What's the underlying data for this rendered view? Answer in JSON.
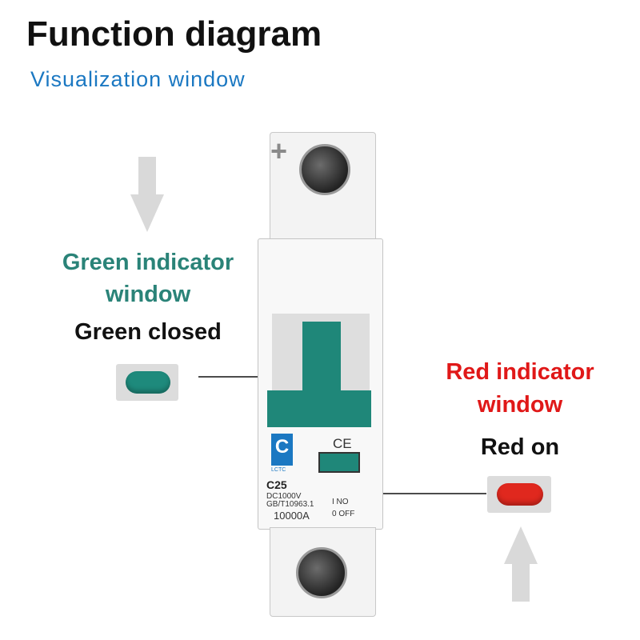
{
  "title": "Function diagram",
  "subtitle": "Visualization window",
  "green": {
    "label_line1": "Green indicator",
    "label_line2": "window",
    "state": "Green closed",
    "color": "#1e8a7c"
  },
  "red": {
    "label_line1": "Red indicator",
    "label_line2": "window",
    "state": "Red on",
    "color": "#e0281e"
  },
  "breaker": {
    "logo": "C",
    "brand": "LCTC",
    "model": "C25",
    "voltage": "DC1000V",
    "standard": "GB/T10963.1",
    "breaking_capacity": "10000A",
    "on_label": "I NO",
    "off_label": "0 OFF",
    "ce_mark": "CE",
    "terminal_plus": "+",
    "handle_color": "#1f8779"
  },
  "icons": [
    "arrow-down-icon",
    "arrow-up-icon",
    "screw-icon"
  ],
  "colors": {
    "subtitle": "#1b78c2",
    "arrow": "#d9d9d9"
  }
}
